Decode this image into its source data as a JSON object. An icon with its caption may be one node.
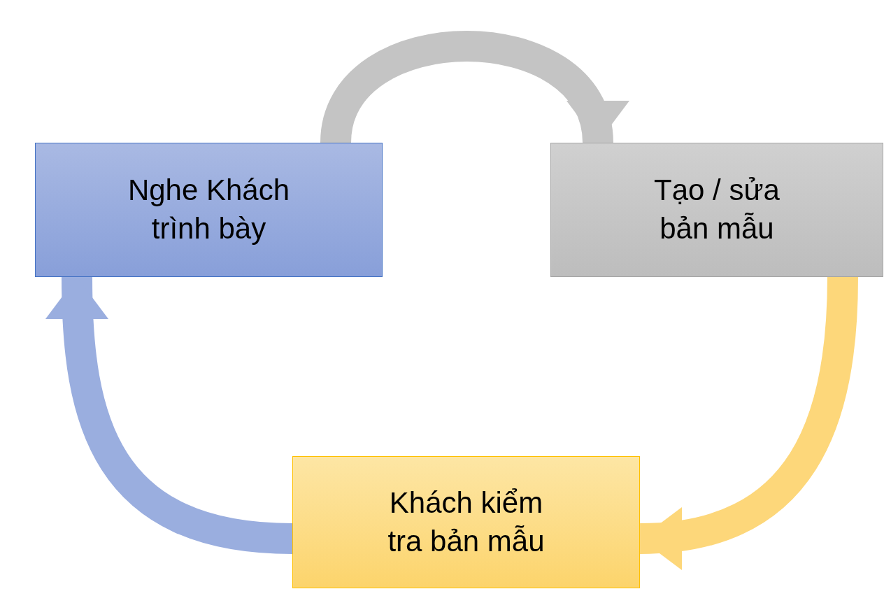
{
  "diagram": {
    "nodes": [
      {
        "text": [
          "Nghe Khách trình bày"
        ]
      },
      {
        "text": [
          "Tạo / sửa bản mẫu"
        ]
      },
      {
        "text": [
          "Khách kiểm tra bản mẫu"
        ]
      }
    ],
    "edges": [
      {
        "from": 0,
        "to": 1,
        "arrow": "to",
        "color": "#c4c4c4"
      },
      {
        "from": 1,
        "to": 2,
        "arrow": "to",
        "color": "#fdd77a"
      },
      {
        "from": 2,
        "to": 0,
        "arrow": "to",
        "color": "#9aaedf"
      }
    ]
  }
}
